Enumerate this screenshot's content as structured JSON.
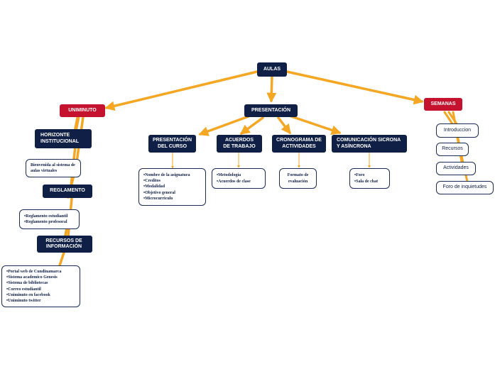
{
  "colors": {
    "navy": "#0f1f45",
    "red": "#c4122f",
    "connector": "#f5a623",
    "border": "#1b2b55"
  },
  "root": {
    "label": "AULAS"
  },
  "branches": {
    "uniminuto": {
      "label": "UNIMINUTO",
      "horizonte": {
        "label": "HORIZONTE INSTITUCIONAL",
        "note": "Bienvenida al sistema de aulas virtuales"
      },
      "reglamento": {
        "label": "REGLAMENTO",
        "items": [
          "Reglamento estudiantil",
          "Reglamento profesoral"
        ]
      },
      "recursos": {
        "label": "RECURSOS DE INFORMACIÓN",
        "items": [
          "Portal web de Cundinamarca",
          "Sistema academico Genesis",
          "Sistema de bibliotecas",
          "Correo estudiantil",
          "Uniminuto en facebook",
          "Uniminuto twitter"
        ]
      }
    },
    "presentacion": {
      "label": "PRESENTACIÓN",
      "children": [
        {
          "label": "PRESENTACIÓN DEL CURSO",
          "items": [
            "Nombre de la asignatura",
            "Creditos",
            "Modalidad",
            "Objetivo general",
            "Microcurriculo"
          ]
        },
        {
          "label": "ACUERDOS DE TRABAJO",
          "items": [
            "Metodología",
            "Acuerdos de clase"
          ]
        },
        {
          "label": "CRONOGRAMA DE ACTIVIDADES",
          "note": "Formato de evaluación"
        },
        {
          "label": "COMUNICACIÓN SICRONA Y ASÍNCRONA",
          "items": [
            "Foro",
            "Sala de chat"
          ]
        }
      ]
    },
    "semanas": {
      "label": "SEMANAS",
      "items": [
        "Introduccion",
        "Recursos",
        "Actividades",
        "Foro de inquietudes"
      ]
    }
  }
}
